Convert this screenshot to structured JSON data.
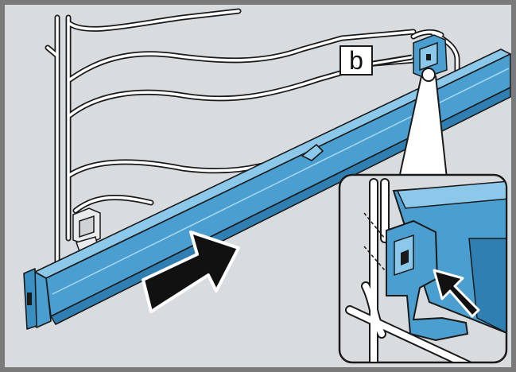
{
  "callout": {
    "label": "b"
  },
  "colors": {
    "background": "#d9dcdf",
    "frame_border": "#7a7a7a",
    "rail_blue": "#4a9fd0",
    "rail_blue_light": "#8cc8ea",
    "rail_blue_dark": "#2f7fb2",
    "wire": "#ffffff",
    "outline": "#1a1a1a",
    "arrow": "#111111"
  },
  "icons": [
    "push-direction-arrow",
    "press-arrow",
    "detail-magnifier-callout"
  ]
}
